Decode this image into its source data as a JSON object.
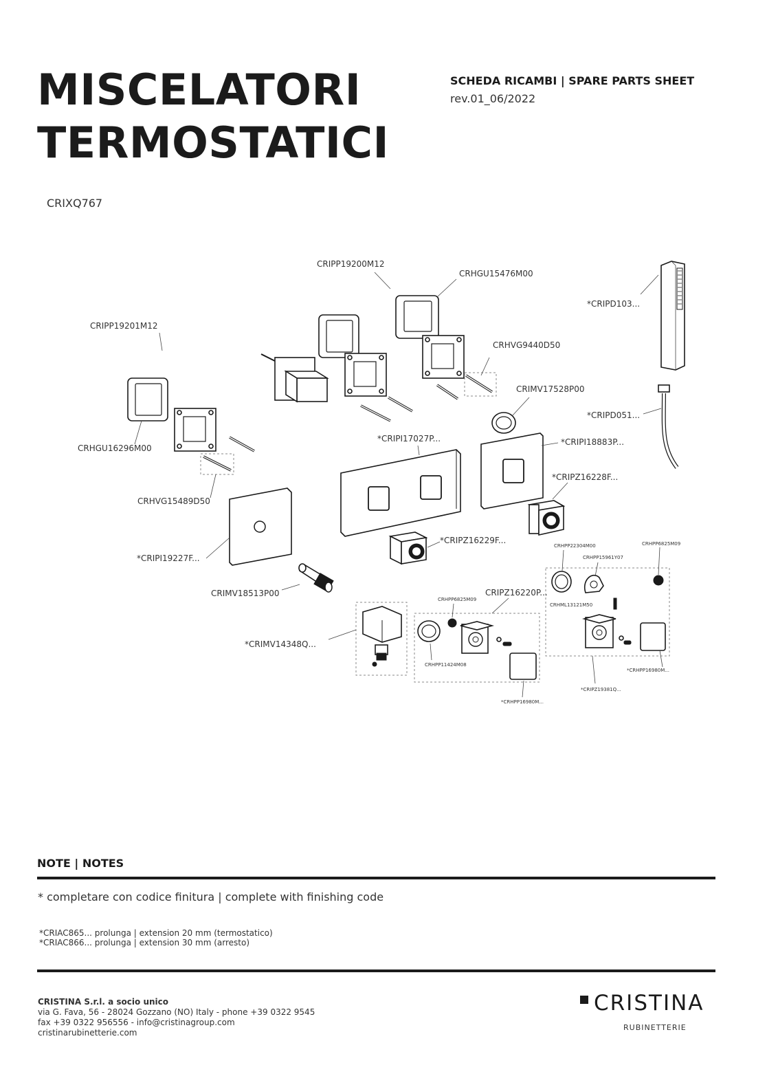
{
  "header": {
    "title_line1": "MISCELATORI",
    "title_line2": "TERMOSTATICI",
    "sheet_title": "SCHEDA RICAMBI | SPARE PARTS SHEET",
    "revision": "rev.01_06/2022",
    "product_code": "CRIXQ767"
  },
  "parts": {
    "p1": "CRIPP19200M12",
    "p2": "CRHGU15476M00",
    "p3": "*CRIPD103...",
    "p4": "CRIPP19201M12",
    "p5": "CRHVG9440D50",
    "p6": "CRIMV17528P00",
    "p7": "*CRIPD051...",
    "p8": "CRHGU16296M00",
    "p9": "*CRIPI17027P...",
    "p10": "*CRIPI18883P...",
    "p11": "*CRIPZ16228F...",
    "p12": "CRHVG15489D50",
    "p13": "*CRIPZ16229F...",
    "p14": "CRHPP22304M00",
    "p15": "CRHPP6825M09",
    "p16": "CRHPP15961Y07",
    "p17": "*CRIPI19227F...",
    "p18": "CRIMV18513P00",
    "p19": "CRIPZ16220P...",
    "p20": "CRHPP6825M09",
    "p21": "CRHML13121M50",
    "p22": "*CRIMV14348Q...",
    "p23": "CRHPP11424M08",
    "p24": "*CRHPP16980M...",
    "p25": "*CRHPP16980M...",
    "p26": "*CRIPZ19381Q..."
  },
  "notes": {
    "heading": "NOTE | NOTES",
    "line1": "* completare con codice finitura  | complete with finishing code",
    "line2": "*CRIAC865... prolunga | extension 20 mm (termostatico)",
    "line3": "*CRIAC866... prolunga | extension 30 mm (arresto)"
  },
  "footer": {
    "company": "CRISTINA S.r.l. a socio unico",
    "address": "via G. Fava, 56 - 28024 Gozzano (NO) Italy - phone +39 0322 9545",
    "fax": "fax +39 0322 956556 - info@cristinagroup.com",
    "web": "cristinarubinetterie.com",
    "brand": "CRISTINA",
    "brand_sub": "RUBINETTERIE"
  }
}
